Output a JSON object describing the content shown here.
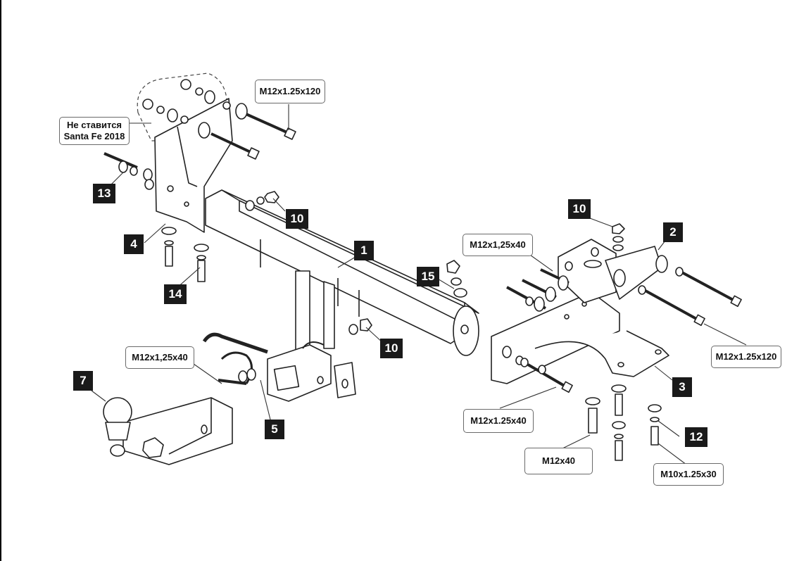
{
  "callouts": {
    "1": "1",
    "2": "2",
    "3": "3",
    "4": "4",
    "5": "5",
    "7": "7",
    "10a": "10",
    "10b": "10",
    "10c": "10",
    "12": "12",
    "13": "13",
    "14": "14",
    "15": "15"
  },
  "labels": {
    "not_fitted_line1": "Не ставится",
    "not_fitted_line2": "Santa Fe 2018",
    "bolt_top": "M12x1.25x120",
    "bolt_right": "M12x1.25x120",
    "bolt_mid": "M12x1,25x40",
    "bolt_left": "M12x1,25x40",
    "bolt_lower": "M12x1.25x40",
    "bolt_m12x40": "M12x40",
    "bolt_m10": "M10x1.25x30"
  },
  "colors": {
    "line": "#222222",
    "badge": "#1a1a1a",
    "label_border": "#6a6a6a"
  }
}
